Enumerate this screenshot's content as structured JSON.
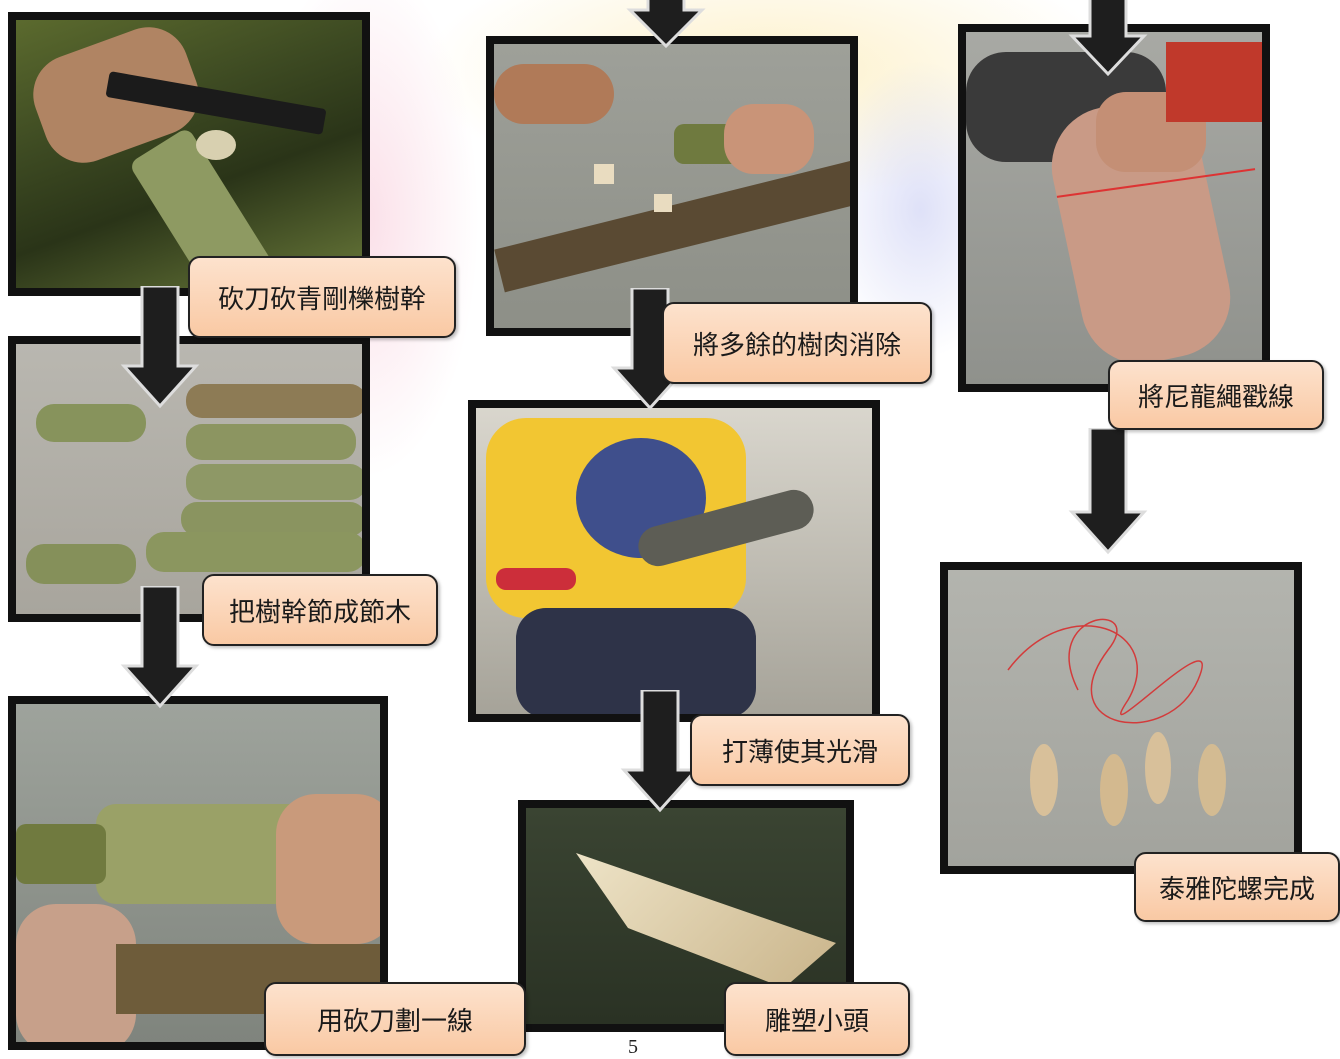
{
  "steps": {
    "s1": {
      "label": "砍刀砍青剛櫟樹幹"
    },
    "s2": {
      "label": "把樹幹節成節木"
    },
    "s3": {
      "label": "用砍刀劃一線"
    },
    "s4": {
      "label": "雕塑小頭"
    },
    "s5": {
      "label": "打薄使其光滑"
    },
    "s6": {
      "label": "將多餘的樹肉消除"
    },
    "s7": {
      "label": "將尼龍繩戳線"
    },
    "s8": {
      "label": "泰雅陀螺完成"
    }
  },
  "page_number": "5",
  "colors": {
    "label_fill": "#f9c9a4",
    "frame": "#111111",
    "arrow": "#1e1e1e",
    "watermark_pink": "#f7c6d6",
    "watermark_yellow": "#fbe7a6",
    "watermark_blue": "#c9cdf3"
  },
  "photos": {
    "p1": {
      "icon": "cutting-trunk-photo"
    },
    "p2": {
      "icon": "log-pieces-photo"
    },
    "p3": {
      "icon": "marking-line-photo"
    },
    "p4": {
      "icon": "carved-tip-photo"
    },
    "p5": {
      "icon": "thinning-photo"
    },
    "p6": {
      "icon": "removing-wood-photo"
    },
    "p7": {
      "icon": "threading-rope-photo"
    },
    "p8": {
      "icon": "finished-tops-photo"
    }
  }
}
